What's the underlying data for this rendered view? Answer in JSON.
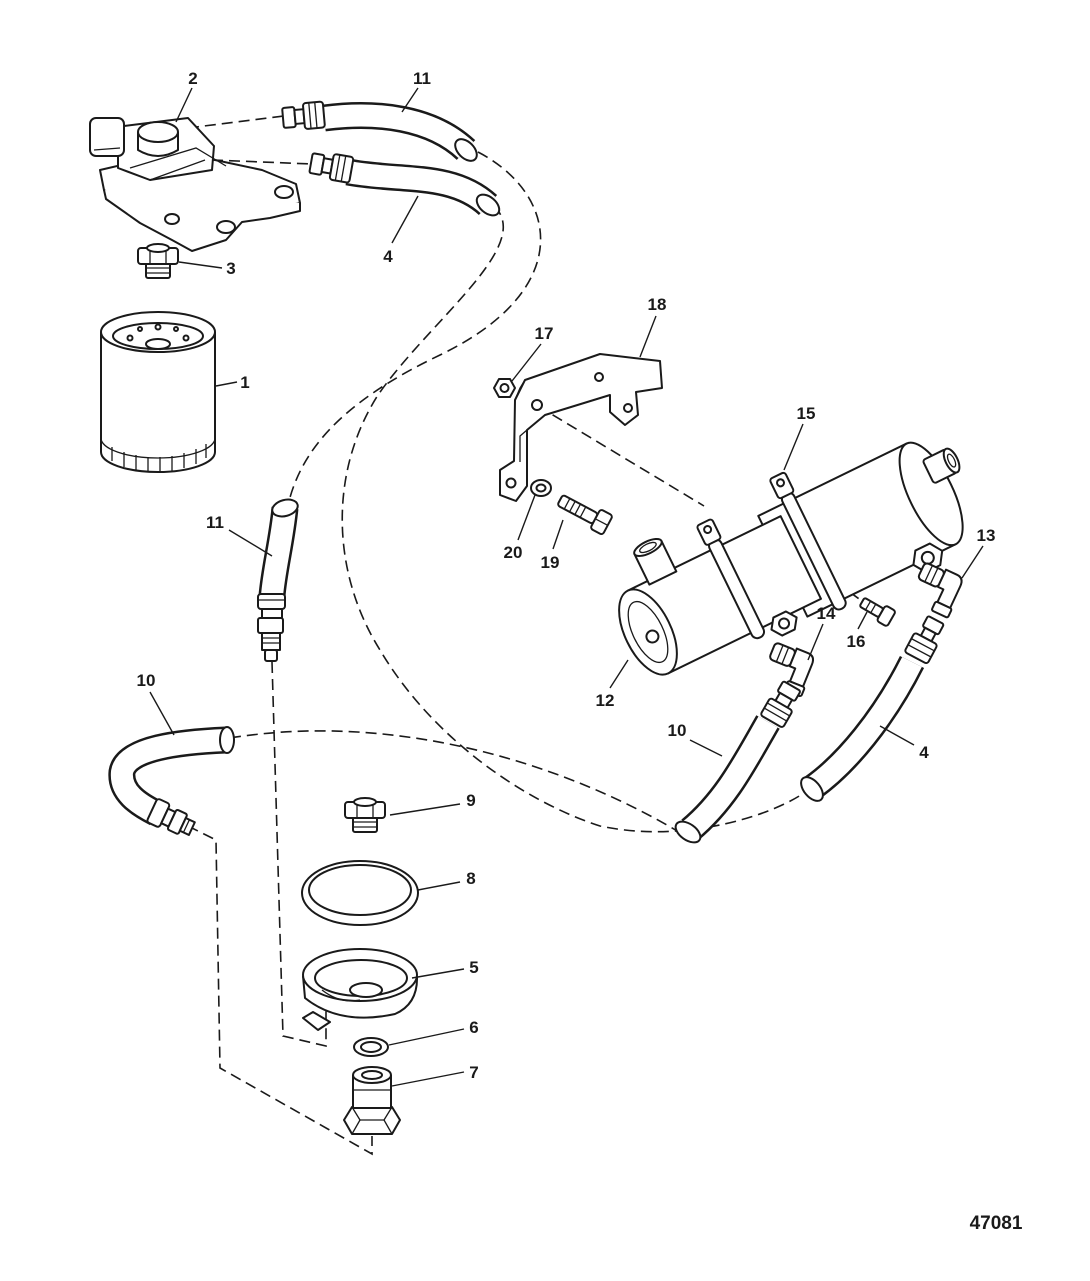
{
  "figure_id": "47081",
  "colors": {
    "ink": "#1a1a1a",
    "paper": "#ffffff"
  },
  "callouts": [
    "2",
    "11",
    "4",
    "3",
    "1",
    "18",
    "17",
    "15",
    "11",
    "20",
    "19",
    "13",
    "16",
    "14",
    "12",
    "10",
    "10",
    "4",
    "9",
    "8",
    "5",
    "6",
    "7"
  ]
}
